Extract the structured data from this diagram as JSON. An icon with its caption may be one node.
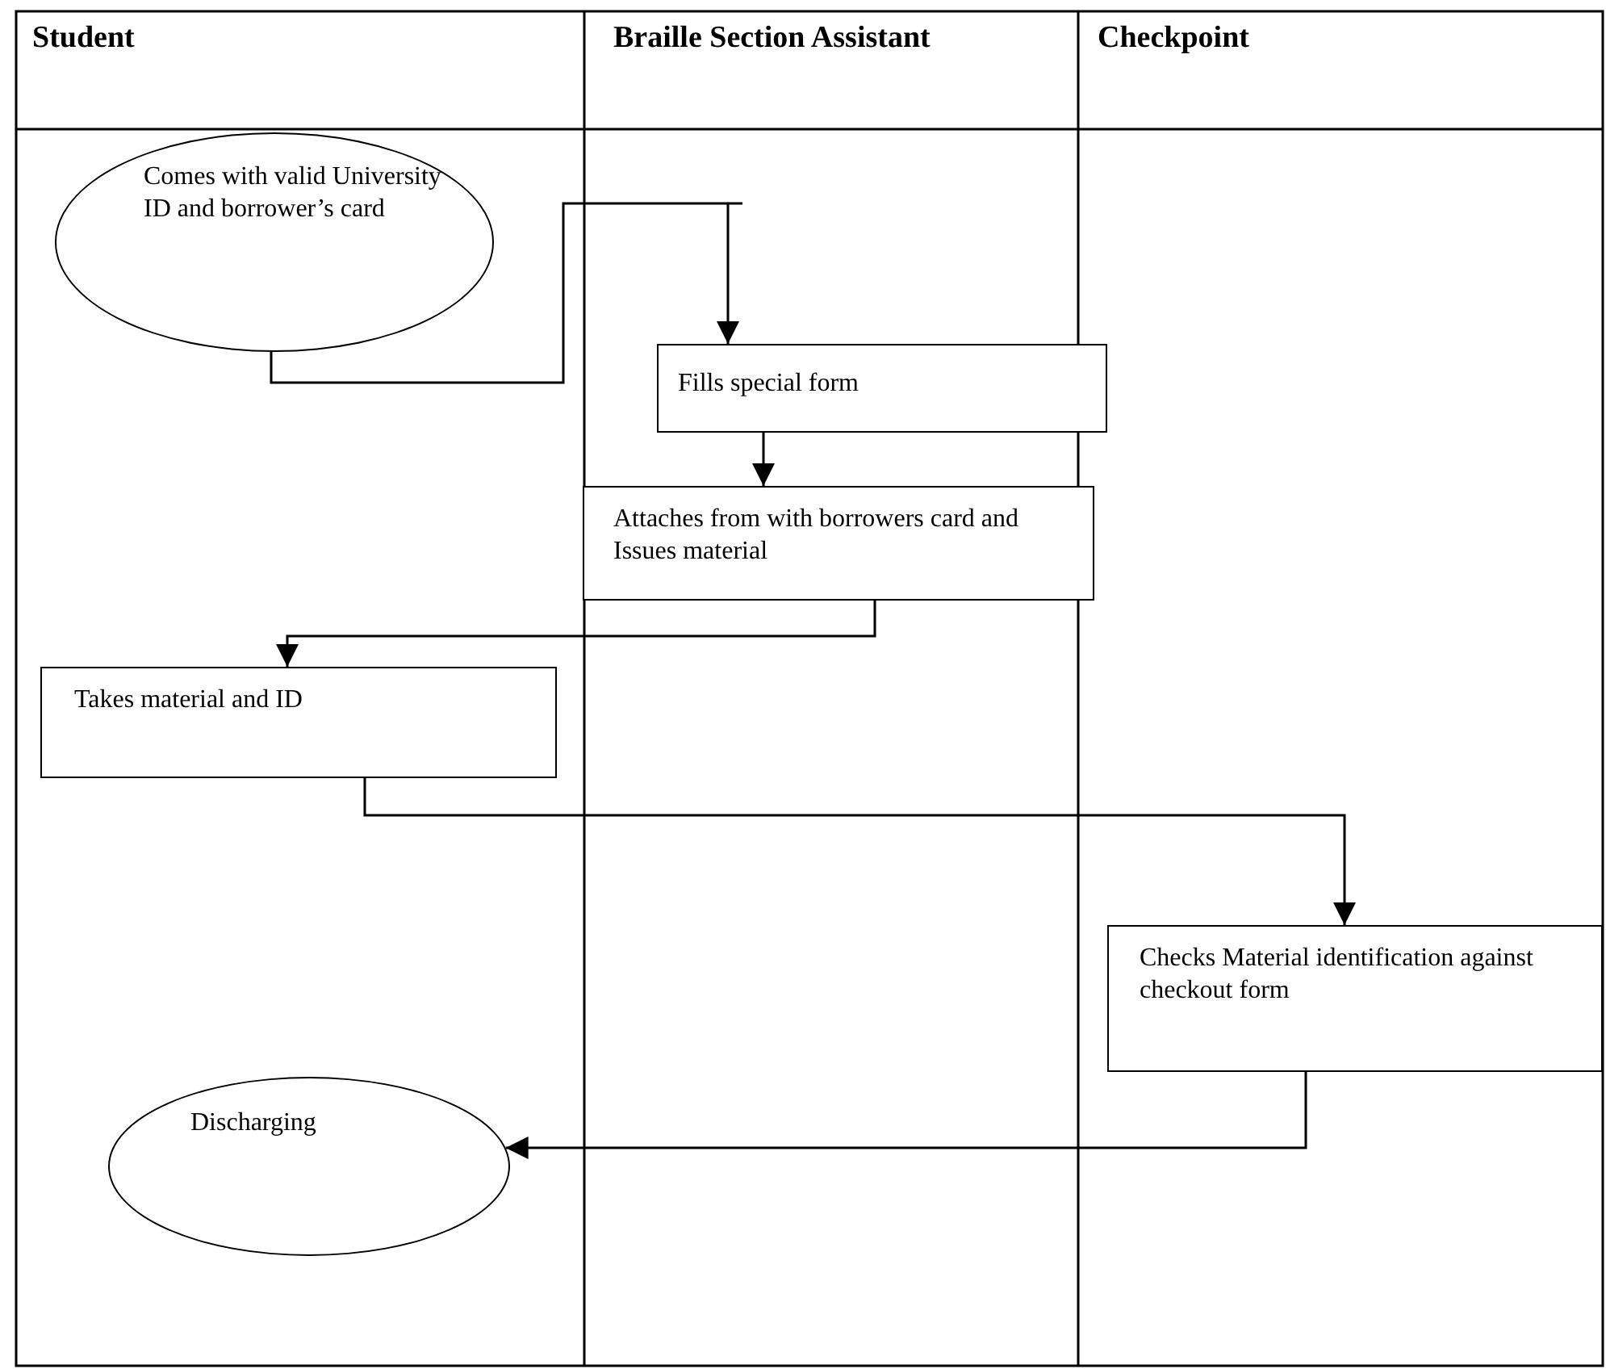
{
  "diagram": {
    "nodes": [
      {
        "text": [
          "Comes with valid University ID and borrower’s card"
        ]
      },
      {
        "text": [
          "Fills special form"
        ]
      },
      {
        "text": [
          "Attaches from with borrowers card and Issues material"
        ]
      },
      {
        "text": [
          "Takes material and ID"
        ]
      },
      {
        "text": [
          "Checks Material identification against checkout form"
        ]
      },
      {
        "text": [
          "Discharging"
        ]
      }
    ],
    "edges": [
      {
        "from": 0,
        "to": 1,
        "arrow": "to"
      },
      {
        "from": 1,
        "to": 2,
        "arrow": "to"
      },
      {
        "from": 2,
        "to": 3,
        "arrow": "to"
      },
      {
        "from": 3,
        "to": 4,
        "arrow": "to"
      },
      {
        "from": 4,
        "to": 5,
        "arrow": "to"
      }
    ],
    "labels": [
      "Student",
      "Braille Section Assistant",
      "Checkpoint"
    ]
  }
}
